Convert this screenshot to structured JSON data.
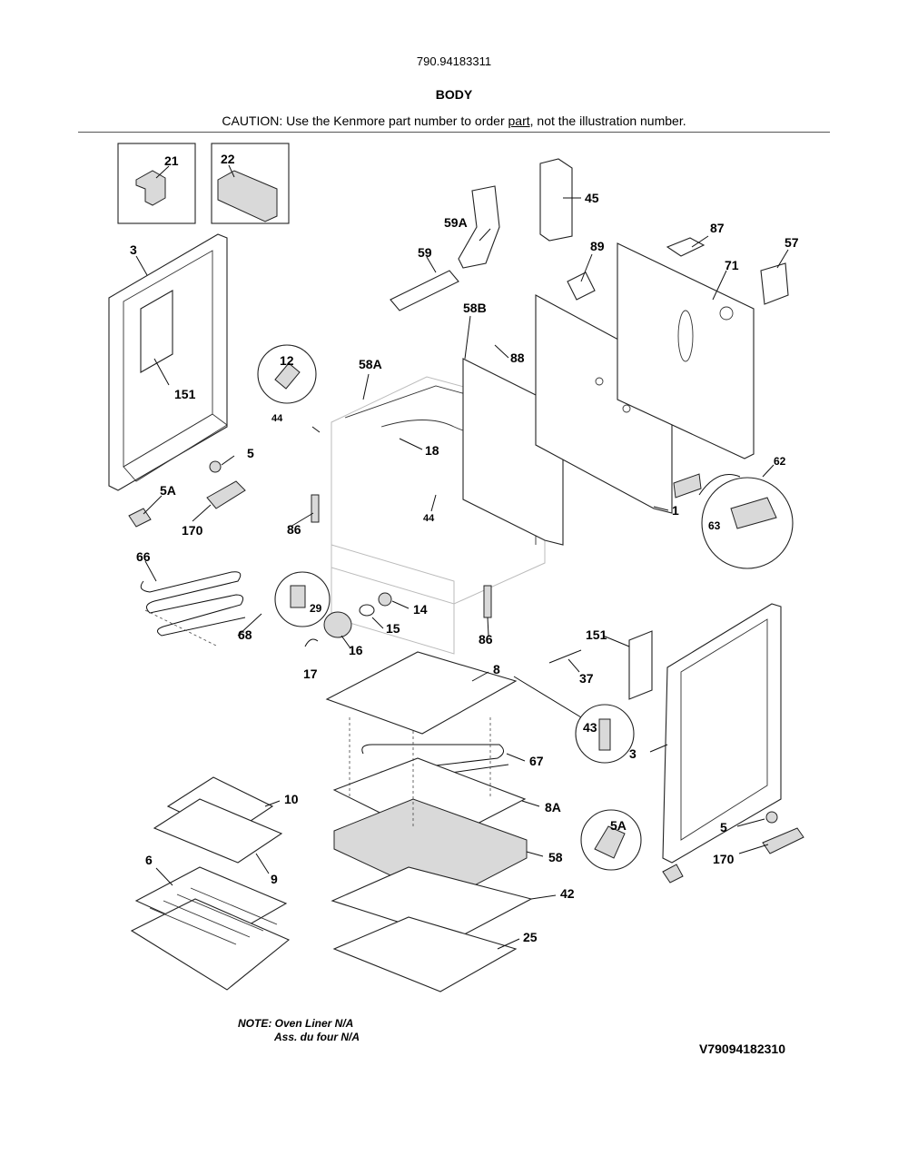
{
  "header": {
    "model_number": "790.94183311",
    "title": "BODY",
    "caution_before": "CAUTION: Use the Kenmore part number to order ",
    "caution_link": "part",
    "caution_after": ", not the illustration number."
  },
  "callouts": {
    "c21": "21",
    "c22": "22",
    "c3_left": "3",
    "c151_left": "151",
    "c5_left": "5",
    "c5a_left": "5A",
    "c170_left": "170",
    "c12": "12",
    "c44_a": "44",
    "c58a": "58A",
    "c18": "18",
    "c86_a": "86",
    "c44_b": "44",
    "c45": "45",
    "c59a": "59A",
    "c59": "59",
    "c58b": "58B",
    "c88": "88",
    "c89": "89",
    "c87": "87",
    "c71": "71",
    "c57": "57",
    "c62": "62",
    "c63": "63",
    "c1": "1",
    "c66": "66",
    "c68": "68",
    "c29": "29",
    "c14": "14",
    "c15": "15",
    "c16": "16",
    "c17": "17",
    "c86_b": "86",
    "c151_right": "151",
    "c37": "37",
    "c43": "43",
    "c3_right": "3",
    "c5a_right": "5A",
    "c5_right": "5",
    "c170_right": "170",
    "c8": "8",
    "c67": "67",
    "c8a": "8A",
    "c58": "58",
    "c42": "42",
    "c25": "25",
    "c10": "10",
    "c9": "9",
    "c6": "6"
  },
  "note": {
    "line1": "NOTE: Oven Liner N/A",
    "line2": "Ass. du four N/A"
  },
  "figure_code": "V79094182310"
}
